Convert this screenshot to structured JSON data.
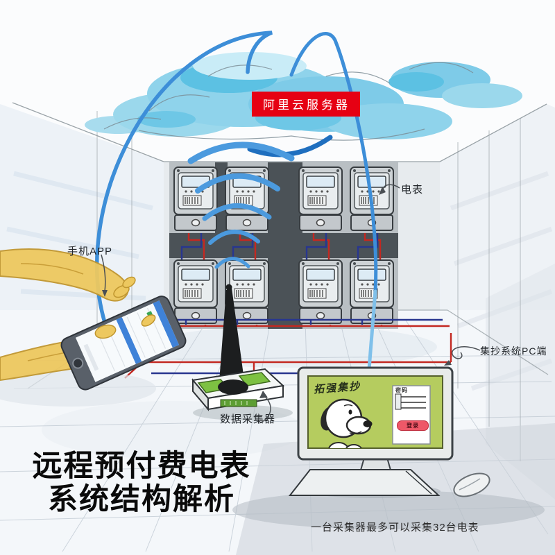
{
  "badge": {
    "label": "阿里云服务器"
  },
  "annotations": {
    "meter": "电表",
    "app": "手机APP",
    "collector": "数据采集器",
    "pc": "集抄系统PC端"
  },
  "title": {
    "line1": "远程预付费电表",
    "line2": "系统结构解析"
  },
  "caption": "一台采集器最多可以采集32台电表",
  "monitor_screen": {
    "brand": "拓强集抄",
    "panel_heading": "密码",
    "button": "登录"
  },
  "colors": {
    "badge_red": "#e60113",
    "arc_blue": "#3d8ed8",
    "wifi_blue": "#4b9ade",
    "cloud_blue": "#7ecbe8",
    "wire_red": "#c32821",
    "wire_blue": "#28368f",
    "screen_green": "#b5cc5f",
    "collector_green": "#7dc142",
    "hand_yellow": "#edc85f",
    "login_pill_red": "#ee5868",
    "title_black": "#0a0a0a"
  }
}
